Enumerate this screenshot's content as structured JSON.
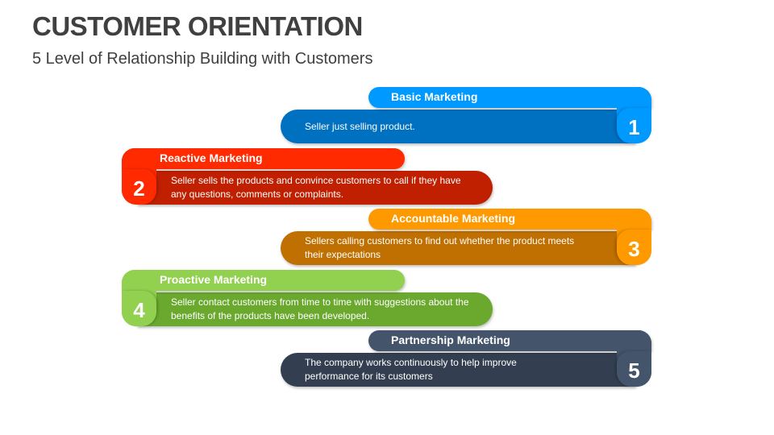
{
  "title": "CUSTOMER ORIENTATION",
  "subtitle": "5 Level of Relationship Building with Customers",
  "levels": [
    {
      "number": "1",
      "heading": "Basic Marketing",
      "text": "Seller just selling product.",
      "header_color": "#0099ff",
      "body_color": "#0070c0"
    },
    {
      "number": "2",
      "heading": "Reactive Marketing",
      "text": "Seller sells the products and convince customers to call if they have any questions, comments or complaints.",
      "header_color": "#ff2a00",
      "body_color": "#c01f00"
    },
    {
      "number": "3",
      "heading": "Accountable Marketing",
      "text": "Sellers calling customers to find out whether the product meets their expectations",
      "header_color": "#ff9900",
      "body_color": "#c07000"
    },
    {
      "number": "4",
      "heading": "Proactive Marketing",
      "text": "Seller contact customers from time to time with suggestions about the benefits of the products have been developed.",
      "header_color": "#92d050",
      "body_color": "#6aa92e"
    },
    {
      "number": "5",
      "heading": "Partnership Marketing",
      "text": "The company works continuously to help improve performance for its customers",
      "header_color": "#44546a",
      "body_color": "#333f50"
    }
  ]
}
